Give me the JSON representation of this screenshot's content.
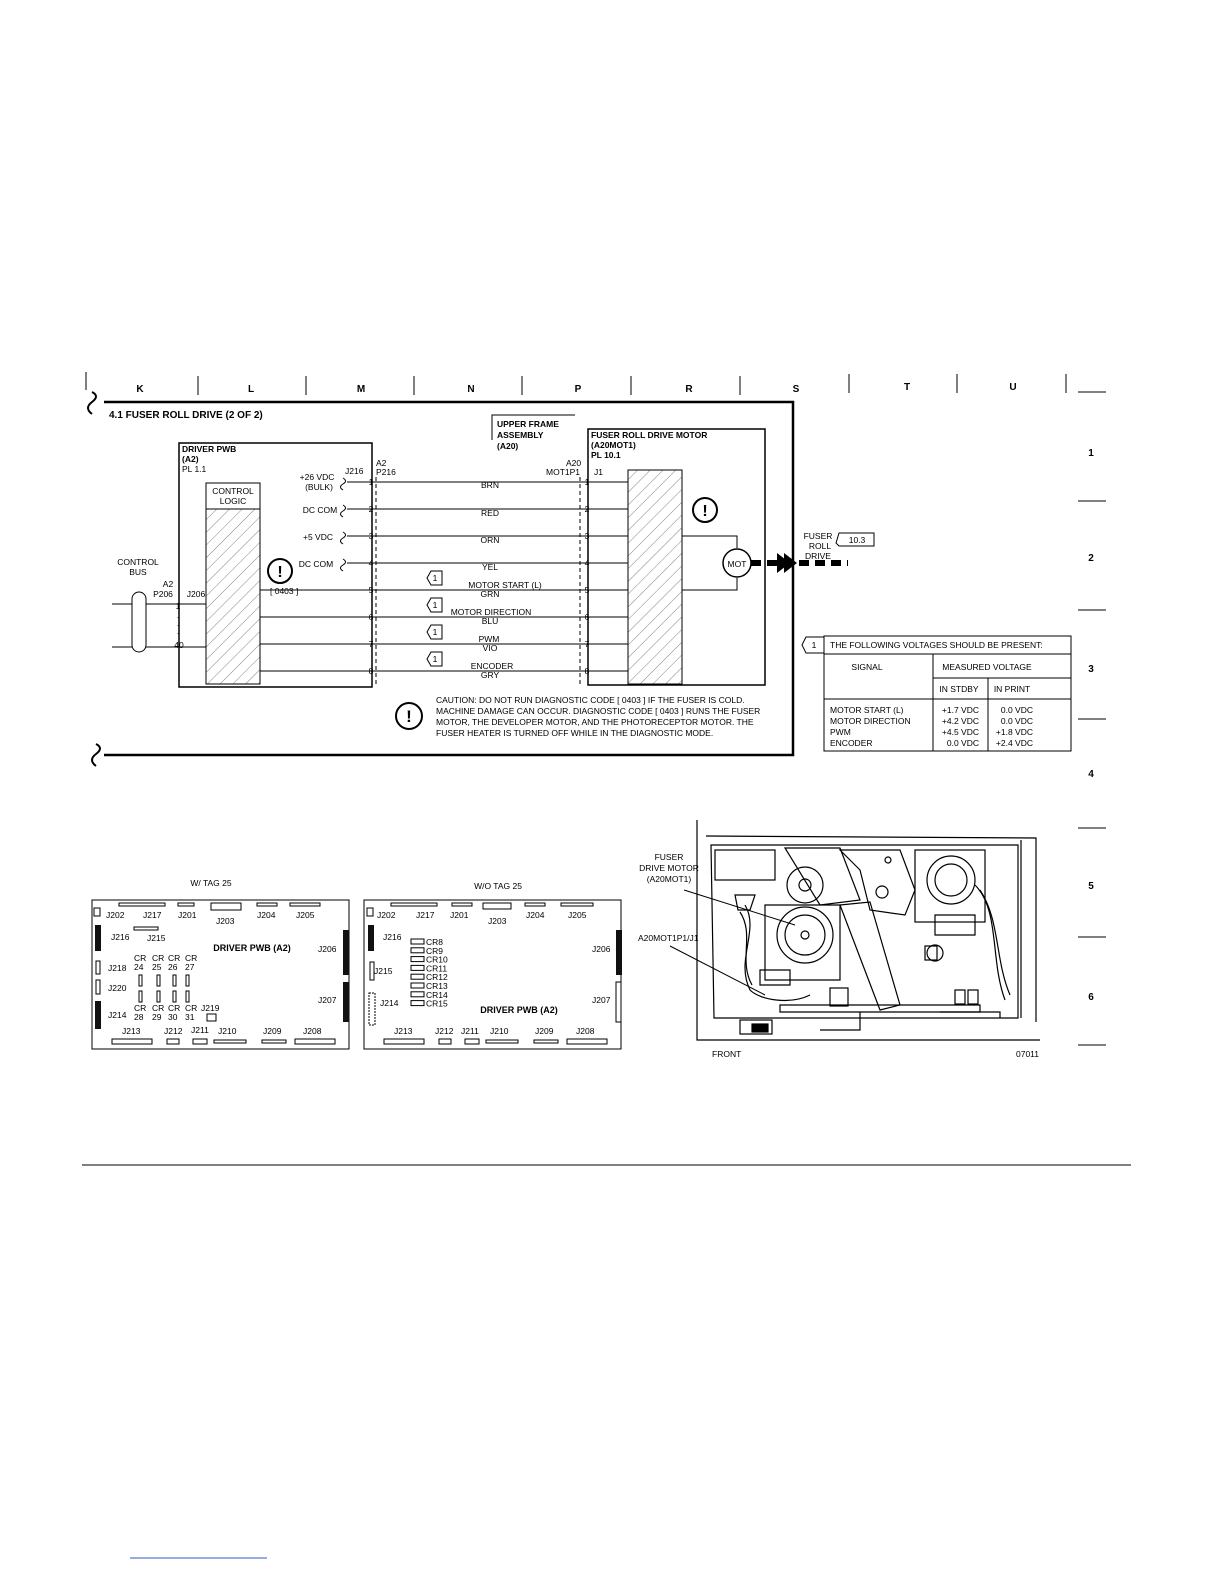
{
  "grid": {
    "columns": [
      "K",
      "L",
      "M",
      "N",
      "P",
      "R",
      "S",
      "T",
      "U"
    ],
    "rows": [
      "1",
      "2",
      "3",
      "4",
      "5",
      "6"
    ]
  },
  "title": "4.1  FUSER ROLL DRIVE (2 OF 2)",
  "upper_frame": [
    "UPPER FRAME",
    "ASSEMBLY",
    "(A20)"
  ],
  "driver_pwb": [
    "DRIVER PWB",
    "(A2)",
    "PL 1.1"
  ],
  "control_logic": [
    "CONTROL",
    "LOGIC"
  ],
  "motor_box": [
    "FUSER ROLL DRIVE MOTOR",
    "(A20MOT1)",
    "PL 10.1"
  ],
  "control_bus": [
    "CONTROL",
    "BUS"
  ],
  "connectors": {
    "a2_p206": [
      "A2",
      "P206"
    ],
    "j206": "J206",
    "j216": "J216",
    "a2_p216": [
      "A2",
      "P216"
    ],
    "a20_mot1p1": [
      "A20",
      "MOT1P1"
    ],
    "j1": "J1",
    "bus_pins": [
      "1",
      "·",
      "·",
      "·",
      "40"
    ]
  },
  "supplies": [
    [
      "+26 VDC",
      "(BULK)"
    ],
    [
      "DC COM"
    ],
    [
      "+5 VDC"
    ],
    [
      "DC COM"
    ]
  ],
  "diag_code": "[ 0403 ]",
  "wire_pins": [
    "1",
    "2",
    "3",
    "4",
    "5",
    "6",
    "7",
    "8"
  ],
  "wire_colors": [
    "BRN",
    "RED",
    "ORN",
    "YEL",
    "GRN",
    "BLU",
    "VIO",
    "GRY"
  ],
  "signals": [
    "MOTOR START (L)",
    "MOTOR DIRECTION",
    "PWM",
    "ENCODER"
  ],
  "tag_number": "1",
  "mot_label": "MOT",
  "exclaim": "!",
  "fuser_roll_drive": [
    "FUSER",
    "ROLL",
    "DRIVE"
  ],
  "ref_page": "10.3",
  "voltage_table": {
    "heading": "THE FOLLOWING VOLTAGES SHOULD BE PRESENT:",
    "col_signal": "SIGNAL",
    "col_measured": "MEASURED VOLTAGE",
    "col_stdby": "IN STDBY",
    "col_print": "IN PRINT",
    "rows": [
      {
        "signal": "MOTOR START (L)",
        "stdby": "+1.7 VDC",
        "print": "0.0 VDC"
      },
      {
        "signal": "MOTOR DIRECTION",
        "stdby": "+4.2 VDC",
        "print": "0.0 VDC"
      },
      {
        "signal": "PWM",
        "stdby": "+4.5 VDC",
        "print": "+1.8 VDC"
      },
      {
        "signal": "ENCODER",
        "stdby": "0.0 VDC",
        "print": "+2.4 VDC"
      }
    ]
  },
  "caution": [
    "CAUTION:  DO NOT RUN DIAGNOSTIC CODE [ 0403 ]  IF THE FUSER IS COLD.",
    "MACHINE DAMAGE CAN OCCUR.  DIAGNOSTIC CODE [ 0403 ] RUNS THE FUSER",
    "MOTOR, THE DEVELOPER MOTOR, AND THE PHOTORECEPTOR MOTOR.  THE",
    "FUSER HEATER IS TURNED OFF WHILE IN THE DIAGNOSTIC MODE."
  ],
  "board_left": {
    "caption": "W/ TAG 25",
    "name": "DRIVER PWB (A2)",
    "top": [
      "J202",
      "J217",
      "J201",
      "J203",
      "J204",
      "J205"
    ],
    "left": [
      "J216",
      "J215",
      "J218",
      "J220",
      "J214",
      "J219"
    ],
    "right": [
      "J206",
      "J207"
    ],
    "bottom": [
      "J213",
      "J212",
      "J211",
      "J210",
      "J209",
      "J208"
    ],
    "cr_top": [
      "CR",
      "24",
      "CR",
      "25",
      "CR",
      "26",
      "CR",
      "27"
    ],
    "cr_bottom": [
      "CR",
      "28",
      "CR",
      "29",
      "CR",
      "30",
      "CR",
      "31"
    ]
  },
  "board_right": {
    "caption": "W/O TAG 25",
    "name": "DRIVER PWB (A2)",
    "top": [
      "J202",
      "J217",
      "J201",
      "J203",
      "J204",
      "J205"
    ],
    "left": [
      "J216",
      "J215",
      "J214"
    ],
    "right": [
      "J206",
      "J207"
    ],
    "bottom": [
      "J213",
      "J212",
      "J211",
      "J210",
      "J209",
      "J208"
    ],
    "cr_list": [
      "CR8",
      "CR9",
      "CR10",
      "CR11",
      "CR12",
      "CR13",
      "CR14",
      "CR15"
    ]
  },
  "photo": {
    "motor_label": [
      "FUSER",
      "DRIVE MOTOR",
      "(A20MOT1)"
    ],
    "conn_label": "A20MOT1P1/J1",
    "front": "FRONT",
    "id": "07011"
  }
}
